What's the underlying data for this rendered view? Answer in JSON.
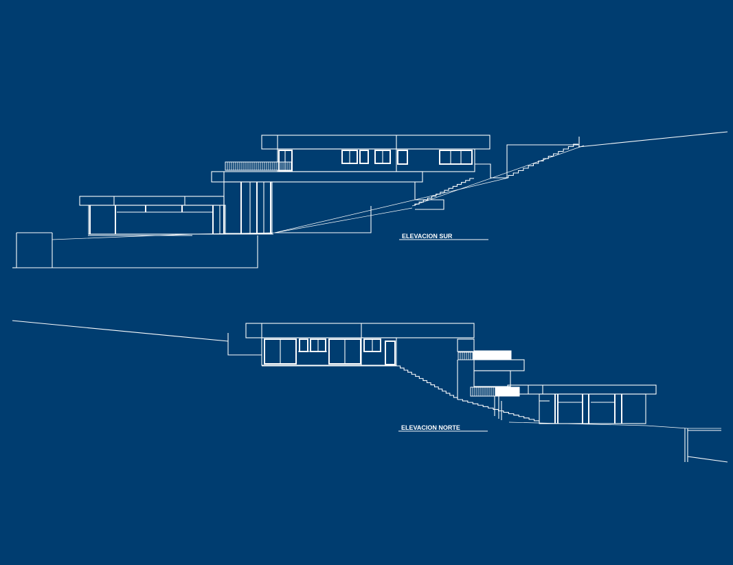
{
  "drawing": {
    "background": "#003d70",
    "line_color": "#ffffff",
    "elevations": [
      {
        "id": "sur",
        "label": "ELEVACION SUR"
      },
      {
        "id": "norte",
        "label": "ELEVACION NORTE"
      }
    ]
  }
}
